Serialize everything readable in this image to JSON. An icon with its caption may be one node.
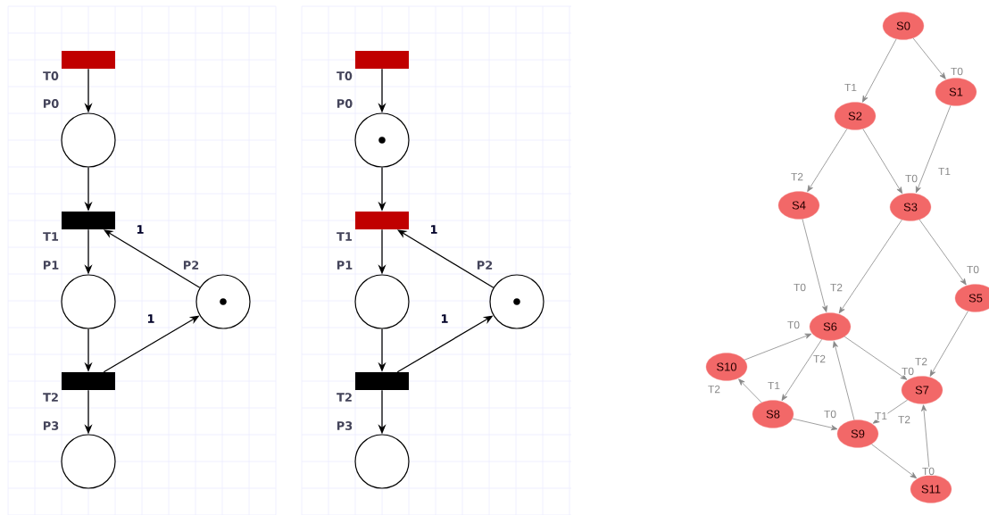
{
  "diagram": {
    "nodes": [
      {
        "text": [],
        "shape": "bar",
        "beside": [
          "T0"
        ]
      },
      {
        "text": [],
        "shape": "circle",
        "beside": [
          "P0"
        ]
      },
      {
        "text": [],
        "shape": "bar",
        "beside": [
          "T1"
        ]
      },
      {
        "text": [],
        "shape": "circle",
        "beside": [
          "P1"
        ]
      },
      {
        "text": [],
        "shape": "bar",
        "beside": [
          "T2"
        ]
      },
      {
        "text": [],
        "shape": "circle",
        "beside": [
          "P3"
        ]
      },
      {
        "text": [],
        "shape": "circle",
        "beside": [
          "P2"
        ]
      },
      {
        "text": [],
        "shape": "bar",
        "beside": [
          "T0"
        ]
      },
      {
        "text": [],
        "shape": "circle",
        "beside": [
          "P0"
        ]
      },
      {
        "text": [],
        "shape": "bar",
        "beside": [
          "T1"
        ]
      },
      {
        "text": [],
        "shape": "circle",
        "beside": [
          "P1"
        ]
      },
      {
        "text": [],
        "shape": "bar",
        "beside": [
          "T2"
        ]
      },
      {
        "text": [],
        "shape": "circle",
        "beside": [
          "P3"
        ]
      },
      {
        "text": [],
        "shape": "circle",
        "beside": [
          "P2"
        ]
      },
      {
        "text": [
          "S0"
        ]
      },
      {
        "text": [
          "S1"
        ]
      },
      {
        "text": [
          "S2"
        ]
      },
      {
        "text": [
          "S3"
        ]
      },
      {
        "text": [
          "S4"
        ]
      },
      {
        "text": [
          "S5"
        ]
      },
      {
        "text": [
          "S6"
        ]
      },
      {
        "text": [
          "S7"
        ]
      },
      {
        "text": [
          "S8"
        ]
      },
      {
        "text": [
          "S9"
        ]
      },
      {
        "text": [
          "S10"
        ]
      },
      {
        "text": [
          "S11"
        ]
      }
    ],
    "edges": [
      {
        "from": 0,
        "to": 1,
        "arrow": "to",
        "color": "#000000"
      },
      {
        "from": 1,
        "to": 2,
        "arrow": "to",
        "color": "#000000"
      },
      {
        "from": 2,
        "to": 3,
        "arrow": "to",
        "color": "#000000"
      },
      {
        "from": 3,
        "to": 4,
        "arrow": "to",
        "color": "#000000"
      },
      {
        "from": 4,
        "to": 5,
        "arrow": "to",
        "color": "#000000"
      },
      {
        "from": 6,
        "to": 2,
        "arrow": "to",
        "label": "1",
        "color": "#000000"
      },
      {
        "from": 4,
        "to": 6,
        "arrow": "to",
        "label": "1",
        "color": "#000000"
      },
      {
        "from": 7,
        "to": 8,
        "arrow": "to",
        "color": "#000000"
      },
      {
        "from": 8,
        "to": 9,
        "arrow": "to",
        "color": "#000000"
      },
      {
        "from": 9,
        "to": 10,
        "arrow": "to",
        "color": "#000000"
      },
      {
        "from": 10,
        "to": 11,
        "arrow": "to",
        "color": "#000000"
      },
      {
        "from": 11,
        "to": 12,
        "arrow": "to",
        "color": "#000000"
      },
      {
        "from": 13,
        "to": 9,
        "arrow": "to",
        "label": "1",
        "color": "#000000"
      },
      {
        "from": 11,
        "to": 13,
        "arrow": "to",
        "label": "1",
        "color": "#000000"
      },
      {
        "from": 14,
        "to": 16,
        "arrow": "to",
        "label": "T1"
      },
      {
        "from": 14,
        "to": 15,
        "arrow": "to",
        "label": "T0"
      },
      {
        "from": 15,
        "to": 17,
        "arrow": "to",
        "label": "T1"
      },
      {
        "from": 16,
        "to": 18,
        "arrow": "to",
        "label": "T2"
      },
      {
        "from": 16,
        "to": 17,
        "arrow": "to",
        "label": "T0"
      },
      {
        "from": 17,
        "to": 19,
        "arrow": "to",
        "label": "T0"
      },
      {
        "from": 17,
        "to": 20,
        "arrow": "to",
        "label": "T2"
      },
      {
        "from": 18,
        "to": 20,
        "arrow": "to",
        "label": "T0"
      },
      {
        "from": 19,
        "to": 21,
        "arrow": "to",
        "label": "T2"
      },
      {
        "from": 20,
        "to": 21,
        "arrow": "to",
        "label": "T0"
      },
      {
        "from": 20,
        "to": 22,
        "arrow": "to",
        "label": "T1"
      },
      {
        "from": 23,
        "to": 20,
        "arrow": "to",
        "label": "T2"
      },
      {
        "from": 24,
        "to": 20,
        "arrow": "to",
        "label": "T0"
      },
      {
        "from": 22,
        "to": 24,
        "arrow": "to",
        "label": "T2"
      },
      {
        "from": 22,
        "to": 23,
        "arrow": "to",
        "label": "T0"
      },
      {
        "from": 21,
        "to": 23,
        "arrow": "to",
        "label": "T1"
      },
      {
        "from": 23,
        "to": 25,
        "arrow": "to",
        "label": "T0"
      },
      {
        "from": 25,
        "to": 21,
        "arrow": "to",
        "label": "T2"
      }
    ]
  }
}
